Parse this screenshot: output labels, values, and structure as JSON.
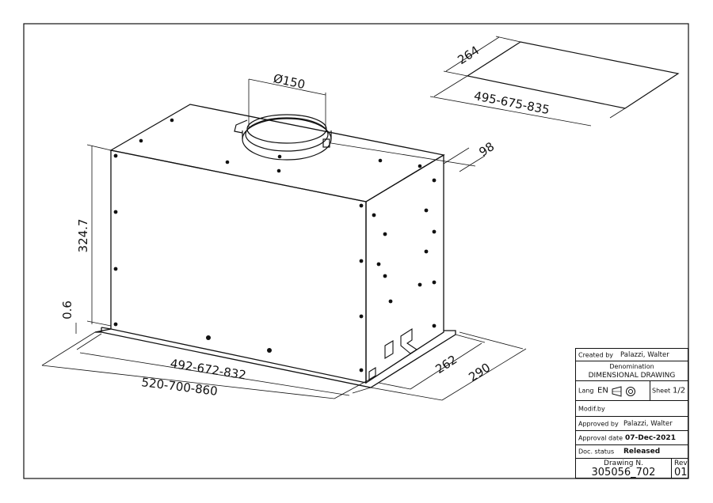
{
  "dimensions": {
    "duct_diameter": "Ø150",
    "panel_depth": "264",
    "panel_width": "495-675-835",
    "duct_offset": "98",
    "height": "324.7",
    "gap": "0.6",
    "inner_width": "492-672-832",
    "outer_width": "520-700-860",
    "inner_depth": "262",
    "outer_depth": "290"
  },
  "title_block": {
    "created_label": "Created by",
    "created_value": "Palazzi, Walter",
    "denomination_label": "Denomination",
    "denomination_value": "DIMENSIONAL DRAWING",
    "lang_label": "Lang",
    "lang_value": "EN",
    "sheet_label": "Sheet",
    "sheet_value": "1/2",
    "modif_label": "Modif.by",
    "approved_label": "Approved by",
    "approved_value": "Palazzi, Walter",
    "approval_date_label": "Approval date",
    "approval_date_value": "07-Dec-2021",
    "status_label": "Doc. status",
    "status_value": "Released",
    "drawing_no_label": "Drawing N.",
    "drawing_no_value": "305056_702",
    "rev_label": "Rev",
    "rev_value": "01"
  }
}
